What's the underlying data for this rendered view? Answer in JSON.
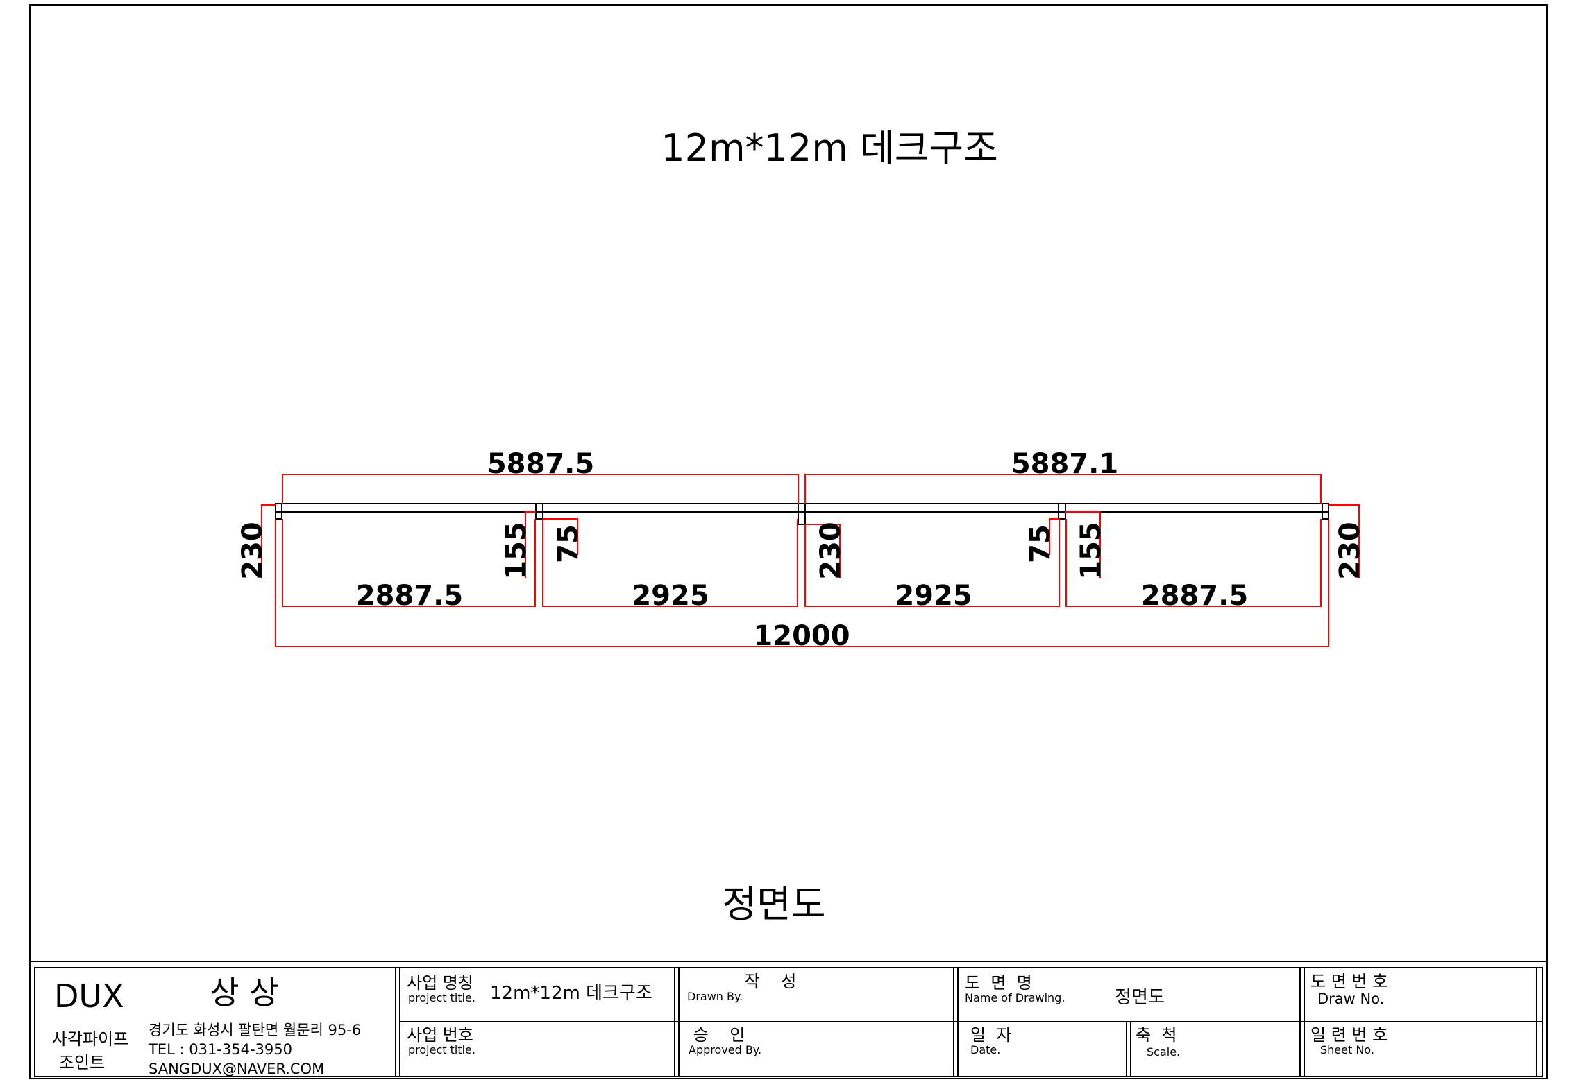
{
  "drawing": {
    "title": "12m*12m 데크구조",
    "view_name": "정면도",
    "dimensions": {
      "top_left": "5887.5",
      "top_right": "5887.1",
      "left_height": "230",
      "height_155_left": "155",
      "height_75_left": "75",
      "height_230_mid": "230",
      "height_75_right": "75",
      "height_155_right": "155",
      "right_height": "230",
      "span_1": "2887.5",
      "span_2": "2925",
      "span_3": "2925",
      "span_4": "2887.5",
      "overall": "12000"
    }
  },
  "title_block": {
    "company": {
      "logo": "DUX",
      "name": "상 상",
      "product_line1": "사각파이프",
      "product_line2": "조인트",
      "address": "경기도 화성시 팔탄면 월문리 95-6",
      "tel": "TEL : 031-354-3950",
      "email": "SANGDUX@NAVER.COM"
    },
    "project_name_label": "사업 명칭",
    "project_name_sub": "project title.",
    "project_name_value": "12m*12m 데크구조",
    "project_no_label": "사업 번호",
    "project_no_sub": "project title.",
    "drawn_label": "작    성",
    "drawn_sub": "Drawn By.",
    "approved_label": "승    인",
    "approved_sub": "Approved By.",
    "drawing_name_label": "도  면  명",
    "drawing_name_sub": "Name of Drawing.",
    "drawing_name_value": "정면도",
    "date_label": "일  자",
    "date_sub": "Date.",
    "scale_label": "축  척",
    "scale_sub": "Scale.",
    "draw_no_label": "도 면 번 호",
    "draw_no_sub": "Draw No.",
    "sheet_no_label": "일 련 번 호",
    "sheet_no_sub": "Sheet No."
  },
  "colors": {
    "dimension_line": "#ff0000",
    "structure_line": "#000000"
  }
}
